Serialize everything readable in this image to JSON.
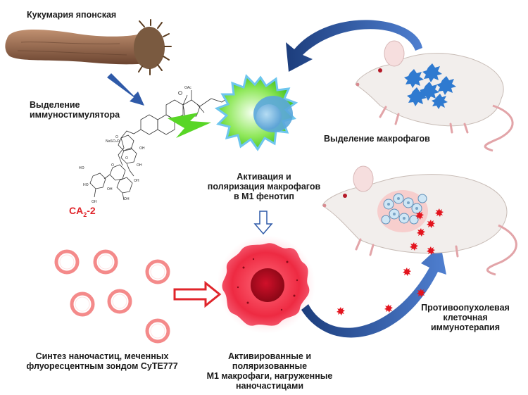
{
  "labels": {
    "sea_cucumber": "Кукумария японская",
    "isolation": "Выделение\nиммуностимулятора",
    "compound_name": "CA",
    "compound_sub": "2",
    "compound_suffix": "-2",
    "macrophage_isolation": "Выделение макрофагов",
    "activation": "Активация и\nполяризация макрофагов\nв М1 фенотип",
    "synthesis": "Синтез наночастиц, меченных\nфлуоресцентным зондом CyTE777",
    "loaded_macrophages": "Активированные и поляризованные\nМ1 макрофаги, нагруженные\nнаночастицами",
    "immunotherapy": "Противоопухолевая\nклеточная\nиммунотерапия"
  },
  "chem_atoms": [
    "NaSO₃O",
    "OH",
    "OH",
    "HO",
    "OH",
    "HO",
    "OH",
    "OH",
    "OH",
    "O",
    "O",
    "O",
    "OAc"
  ],
  "colors": {
    "arrow_blue": "#2f5aa8",
    "compound_red": "#e0252b",
    "nanoparticle": "#f48a8a",
    "macrophage_green": "#5bd12c",
    "macrophage_blue": "#7fbfe6",
    "m1_red": "#e8253a"
  }
}
